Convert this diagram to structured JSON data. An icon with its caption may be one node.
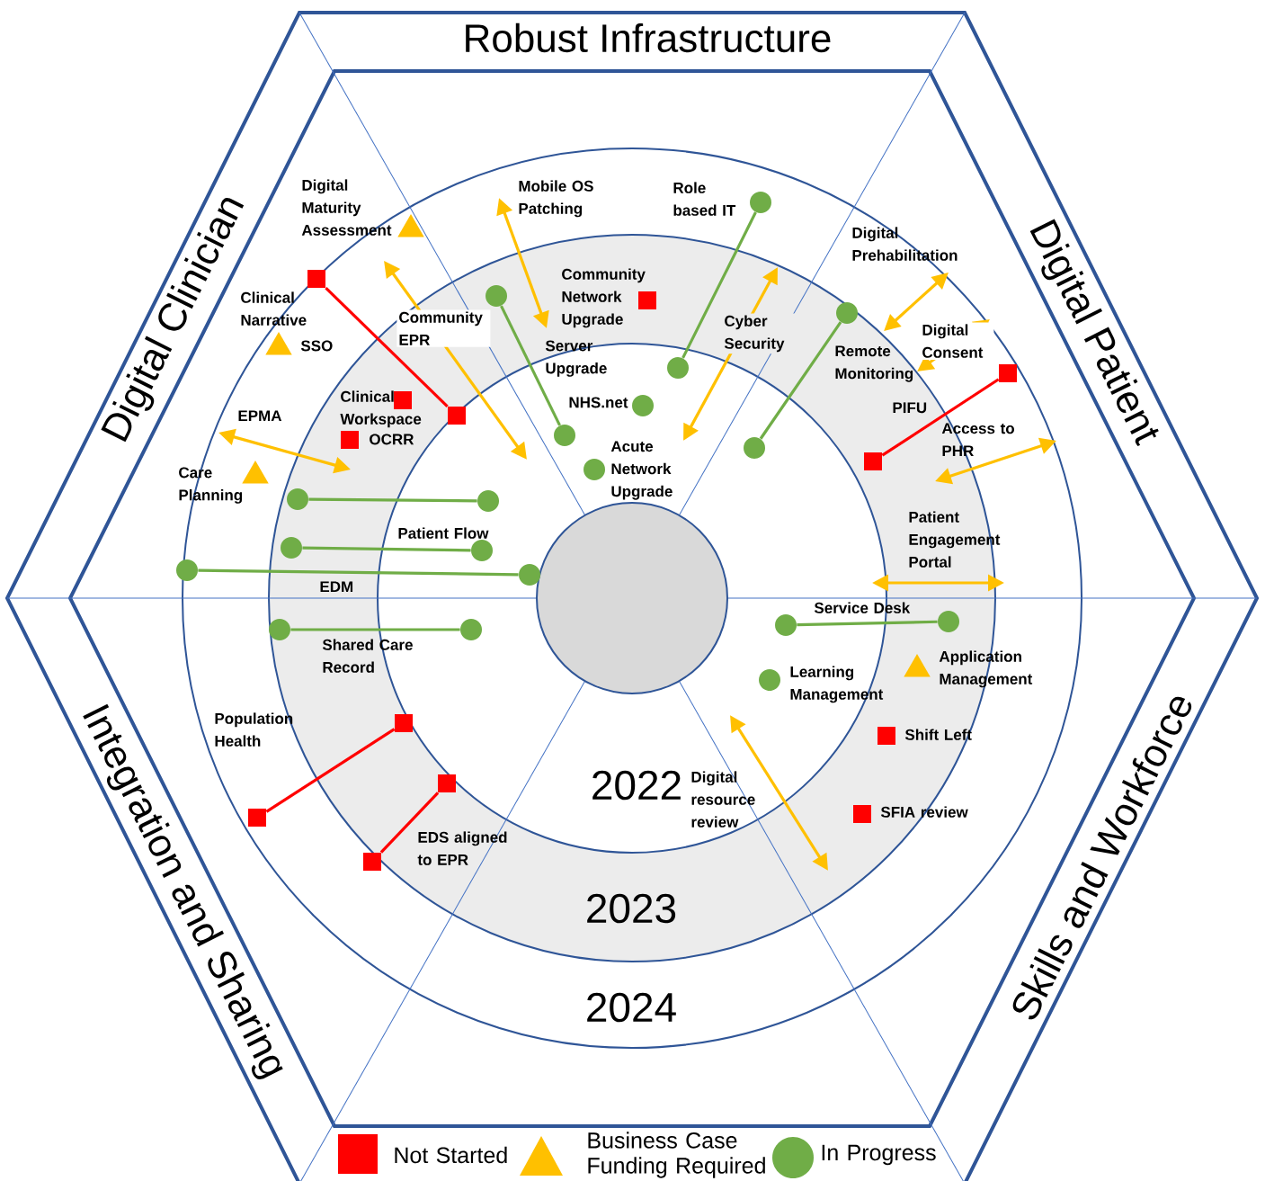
{
  "diagram": {
    "nodes": [
      {
        "text": [],
        "shape": "box"
      },
      {
        "text": [],
        "shape": "box"
      },
      {
        "text": [],
        "shape": "box",
        "beside": [
          "Clinical Workspace"
        ]
      },
      {
        "text": [],
        "shape": "box",
        "beside": [
          "OCRR"
        ]
      },
      {
        "text": [],
        "shape": "box",
        "beside": [
          "Community Network Upgrade"
        ]
      },
      {
        "text": [],
        "shape": "box"
      },
      {
        "text": [],
        "shape": "box"
      },
      {
        "text": [],
        "shape": "box"
      },
      {
        "text": [],
        "shape": "box"
      },
      {
        "text": [],
        "shape": "box"
      },
      {
        "text": [],
        "shape": "box"
      },
      {
        "text": [],
        "shape": "box",
        "beside": [
          "Shift Left"
        ]
      },
      {
        "text": [],
        "shape": "box",
        "beside": [
          "SFIA review"
        ]
      },
      {
        "text": [],
        "shape": "triangle",
        "beside": [
          "Digital Maturity Assessment"
        ]
      },
      {
        "text": [],
        "shape": "triangle",
        "beside": [
          "SSO"
        ]
      },
      {
        "text": [],
        "shape": "triangle",
        "beside": [
          "Care Planning"
        ]
      },
      {
        "text": [],
        "shape": "triangle",
        "beside": [
          "Application Management"
        ]
      },
      {
        "text": [],
        "shape": "circle"
      },
      {
        "text": [],
        "shape": "circle"
      },
      {
        "text": [],
        "shape": "circle"
      },
      {
        "text": [],
        "shape": "circle"
      },
      {
        "text": [],
        "shape": "circle",
        "beside": [
          "NHS.net"
        ]
      },
      {
        "text": [],
        "shape": "circle",
        "beside": [
          "Acute Network Upgrade"
        ]
      },
      {
        "text": [],
        "shape": "circle"
      },
      {
        "text": [],
        "shape": "circle"
      },
      {
        "text": [],
        "shape": "circle"
      },
      {
        "text": [],
        "shape": "circle"
      },
      {
        "text": [],
        "shape": "circle"
      },
      {
        "text": [],
        "shape": "circle"
      },
      {
        "text": [],
        "shape": "circle"
      },
      {
        "text": [],
        "shape": "circle"
      },
      {
        "text": [],
        "shape": "circle"
      },
      {
        "text": [],
        "shape": "circle"
      },
      {
        "text": [],
        "shape": "circle"
      },
      {
        "text": [],
        "shape": "circle"
      },
      {
        "text": [],
        "shape": "circle",
        "beside": [
          "Learning Management"
        ]
      }
    ],
    "edges": [
      {
        "from": 0,
        "to": 1,
        "arrow": "none",
        "color": "#ff0000",
        "label": "Clinical Narrative"
      },
      {
        "from": 5,
        "to": 6,
        "arrow": "none",
        "color": "#ff0000",
        "label": "PIFU"
      },
      {
        "from": 7,
        "to": 8,
        "arrow": "none",
        "color": "#ff0000",
        "label": "Population Health"
      },
      {
        "from": 9,
        "to": 10,
        "arrow": "none",
        "color": "#ff0000",
        "label": "EDS aligned to EPR"
      },
      {
        "from": 17,
        "to": 18,
        "arrow": "none",
        "color": "#70ad47",
        "label": "Role based IT"
      },
      {
        "from": 19,
        "to": 20,
        "arrow": "none",
        "color": "#70ad47",
        "label": "Server Upgrade"
      },
      {
        "from": 23,
        "to": 24,
        "arrow": "none",
        "color": "#70ad47",
        "label": "Remote Monitoring"
      },
      {
        "from": 25,
        "to": 26,
        "arrow": "none",
        "color": "#70ad47"
      },
      {
        "from": 27,
        "to": 28,
        "arrow": "none",
        "color": "#70ad47",
        "label": "Patient Flow"
      },
      {
        "from": 29,
        "to": 30,
        "arrow": "none",
        "color": "#70ad47",
        "label": "EDM"
      },
      {
        "from": 31,
        "to": 32,
        "arrow": "none",
        "color": "#70ad47",
        "label": "Shared Care Record"
      },
      {
        "from": 33,
        "to": 34,
        "arrow": "none",
        "color": "#70ad47",
        "label": "Service Desk"
      }
    ],
    "labels": [
      "Robust Infrastructure",
      "Digital Clinician",
      "Digital Patient",
      "Mobile OS Patching",
      "Digital Prehabilitation",
      "Community EPR",
      "Cyber Security",
      "Digital Consent",
      "EPMA",
      "Access to PHR",
      "Patient Engagement Portal",
      "Digital resource review",
      "2022",
      "2023",
      "2024",
      "Integration and Sharing",
      "Skills and Workforce"
    ],
    "legend": [
      {
        "text": "Not Started",
        "color": "#ff0000"
      },
      {
        "text": "Business Case Funding Required",
        "color": "#ffc000"
      },
      {
        "text": "In Progress",
        "color": "#70ad47"
      }
    ]
  }
}
